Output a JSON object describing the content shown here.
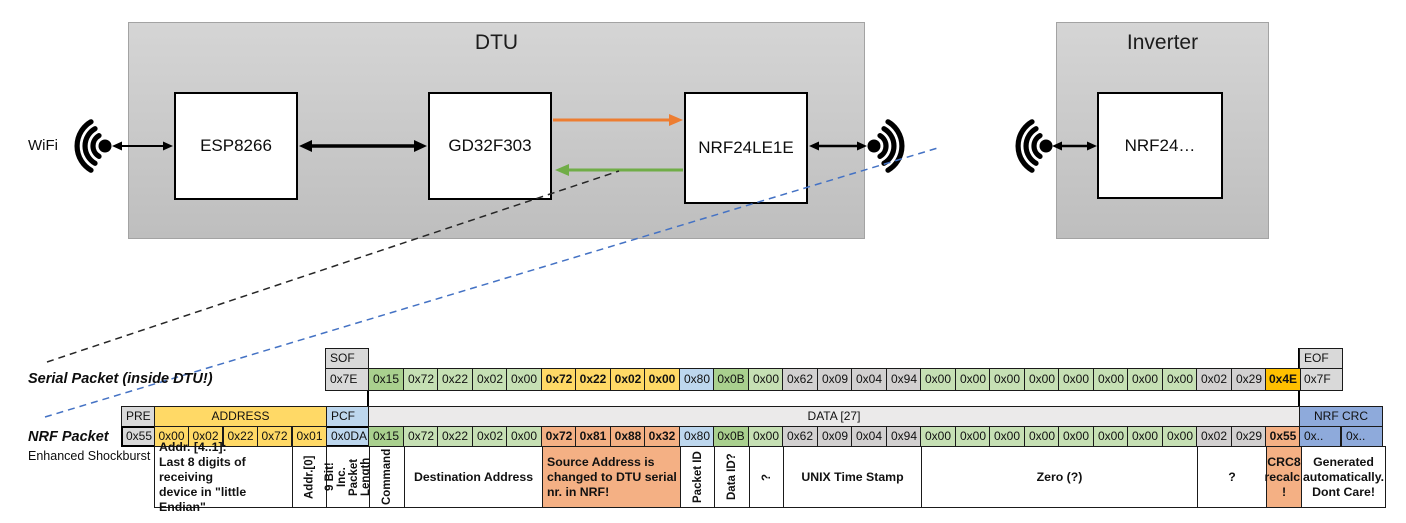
{
  "diagram": {
    "wifi_label": "WiFi",
    "dtu_label": "DTU",
    "inverter_label": "Inverter",
    "components": {
      "esp": "ESP8266",
      "gd32": "GD32F303",
      "nrf_dtu": "NRF24LE1E",
      "nrf_inverter": "NRF24…"
    }
  },
  "palette": {
    "green1": "#C6E0B4",
    "green2": "#A9D08E",
    "yellow": "#FFD966",
    "gold": "#FFC000",
    "blue": "#BDD7EE",
    "crcblue": "#8EAADB",
    "gray": "#D2D0D0",
    "salmon": "#F4B084",
    "hdr": "#D9D9D9",
    "band": "#EBEAEA",
    "orange_arrow": "#ED7D31",
    "green_arrow": "#70AD47",
    "blue_dash": "#4472C4",
    "boxtop": "#D5D5D5",
    "boxbot": "#BEBEBE"
  },
  "serial_packet": {
    "label": "Serial Packet (inside DTU!)",
    "sof_header": "SOF",
    "sof_value": "0x7E",
    "eof_header": "EOF",
    "eof_value": "0x7F",
    "bytes": [
      {
        "v": "0x15",
        "c": "green2"
      },
      {
        "v": "0x72",
        "c": "green1"
      },
      {
        "v": "0x22",
        "c": "green1"
      },
      {
        "v": "0x02",
        "c": "green1"
      },
      {
        "v": "0x00",
        "c": "green1"
      },
      {
        "v": "0x72",
        "c": "yellow",
        "b": true
      },
      {
        "v": "0x22",
        "c": "yellow",
        "b": true
      },
      {
        "v": "0x02",
        "c": "yellow",
        "b": true
      },
      {
        "v": "0x00",
        "c": "yellow",
        "b": true
      },
      {
        "v": "0x80",
        "c": "blue"
      },
      {
        "v": "0x0B",
        "c": "green2"
      },
      {
        "v": "0x00",
        "c": "green1"
      },
      {
        "v": "0x62",
        "c": "gray"
      },
      {
        "v": "0x09",
        "c": "gray"
      },
      {
        "v": "0x04",
        "c": "gray"
      },
      {
        "v": "0x94",
        "c": "gray"
      },
      {
        "v": "0x00",
        "c": "green1"
      },
      {
        "v": "0x00",
        "c": "green1"
      },
      {
        "v": "0x00",
        "c": "green1"
      },
      {
        "v": "0x00",
        "c": "green1"
      },
      {
        "v": "0x00",
        "c": "green1"
      },
      {
        "v": "0x00",
        "c": "green1"
      },
      {
        "v": "0x00",
        "c": "green1"
      },
      {
        "v": "0x00",
        "c": "green1"
      },
      {
        "v": "0x02",
        "c": "gray"
      },
      {
        "v": "0x29",
        "c": "gray"
      },
      {
        "v": "0x4E",
        "c": "gold",
        "b": true
      }
    ]
  },
  "nrf_packet": {
    "label": "NRF Packet",
    "sublabel": "Enhanced Shockburst",
    "pre_header": "PRE",
    "pre_value": "0x55",
    "address_header": "ADDRESS",
    "address_values": [
      "0x00",
      "0x02",
      "0x22",
      "0x72",
      "0x01"
    ],
    "pcf_header": "PCF",
    "pcf_value": "0x0DA",
    "data_header": "DATA [27]",
    "crc_header": "NRF CRC",
    "crc_values": [
      "0x..",
      "0x.."
    ],
    "bytes": [
      {
        "v": "0x15",
        "c": "green2"
      },
      {
        "v": "0x72",
        "c": "green1"
      },
      {
        "v": "0x22",
        "c": "green1"
      },
      {
        "v": "0x02",
        "c": "green1"
      },
      {
        "v": "0x00",
        "c": "green1"
      },
      {
        "v": "0x72",
        "c": "salmon",
        "b": true
      },
      {
        "v": "0x81",
        "c": "salmon",
        "b": true
      },
      {
        "v": "0x88",
        "c": "salmon",
        "b": true
      },
      {
        "v": "0x32",
        "c": "salmon",
        "b": true
      },
      {
        "v": "0x80",
        "c": "blue"
      },
      {
        "v": "0x0B",
        "c": "green2"
      },
      {
        "v": "0x00",
        "c": "green1"
      },
      {
        "v": "0x62",
        "c": "gray"
      },
      {
        "v": "0x09",
        "c": "gray"
      },
      {
        "v": "0x04",
        "c": "gray"
      },
      {
        "v": "0x94",
        "c": "gray"
      },
      {
        "v": "0x00",
        "c": "green1"
      },
      {
        "v": "0x00",
        "c": "green1"
      },
      {
        "v": "0x00",
        "c": "green1"
      },
      {
        "v": "0x00",
        "c": "green1"
      },
      {
        "v": "0x00",
        "c": "green1"
      },
      {
        "v": "0x00",
        "c": "green1"
      },
      {
        "v": "0x00",
        "c": "green1"
      },
      {
        "v": "0x00",
        "c": "green1"
      },
      {
        "v": "0x02",
        "c": "gray"
      },
      {
        "v": "0x29",
        "c": "gray"
      },
      {
        "v": "0x55",
        "c": "salmon",
        "b": true
      }
    ],
    "annotations": [
      {
        "text": "Addr. [4..1]:\nLast 8 digits of receiving\ndevice in \"little Endian\"",
        "span": 4,
        "region": "addr",
        "align": "left"
      },
      {
        "text": "Addr.[0]",
        "span": 1,
        "region": "addr",
        "vertical": true
      },
      {
        "text": "9 Bit!\nInc. Packet\nLength",
        "span": 1,
        "region": "pcf",
        "vertical": true
      },
      {
        "text": "Command",
        "span": 1,
        "region": "data",
        "vertical": true
      },
      {
        "text": "Destination Address",
        "span": 4,
        "region": "data"
      },
      {
        "text": "Source Address is\nchanged to DTU serial\nnr. in NRF!",
        "span": 4,
        "region": "data",
        "bg": "salmon",
        "align": "left"
      },
      {
        "text": "Packet ID",
        "span": 1,
        "region": "data",
        "vertical": true
      },
      {
        "text": "Data ID?",
        "span": 1,
        "region": "data",
        "vertical": true
      },
      {
        "text": "?",
        "span": 1,
        "region": "data",
        "vertical": true
      },
      {
        "text": "UNIX Time Stamp",
        "span": 4,
        "region": "data"
      },
      {
        "text": "Zero (?)",
        "span": 8,
        "region": "data"
      },
      {
        "text": "?",
        "span": 2,
        "region": "data"
      },
      {
        "text": "CRC8\nrecalc.\n!",
        "span": 1,
        "region": "data",
        "bg": "salmon"
      },
      {
        "text": "Generated\nautomatically.\nDont Care!",
        "span": 2,
        "region": "crc"
      }
    ]
  }
}
